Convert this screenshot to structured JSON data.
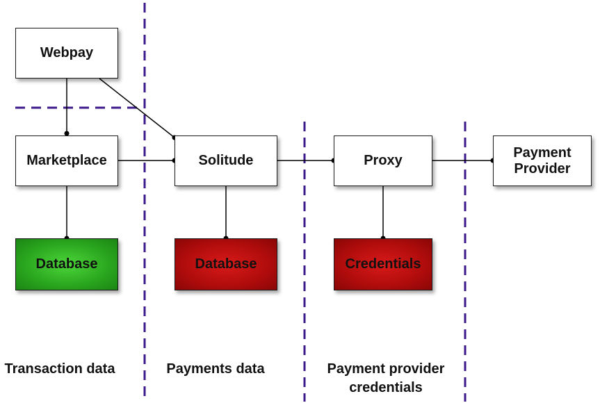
{
  "nodes": {
    "webpay": "Webpay",
    "marketplace": "Marketplace",
    "solitude": "Solitude",
    "proxy": "Proxy",
    "payment_provider": "Payment Provider",
    "marketplace_database": "Database",
    "solitude_database": "Database",
    "credentials": "Credentials"
  },
  "zones": {
    "transaction": "Transaction data",
    "payments": "Payments data",
    "provider_credentials": "Payment provider credentials"
  },
  "colors": {
    "boundary": "#3d1a8c",
    "connector": "#000000",
    "green_store": "#2aa51e",
    "red_store": "#b00c0c"
  }
}
